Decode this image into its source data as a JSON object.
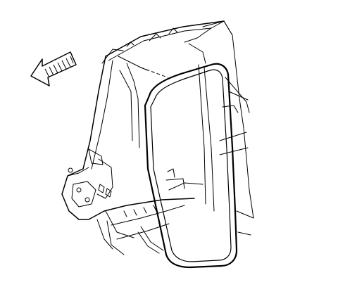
{
  "figure": {
    "subject": "door-opening-weatherstrip-installation",
    "icons": [
      "front-direction-arrow-icon",
      "door-weatherstrip-seal",
      "body-side-pillar-frame"
    ]
  },
  "colors": {
    "line": "#000000",
    "background": "#ffffff"
  }
}
